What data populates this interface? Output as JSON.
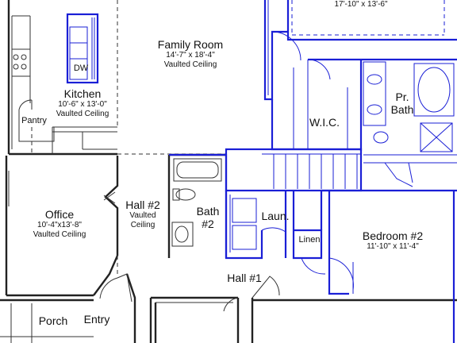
{
  "rooms": {
    "top_room": {
      "dims": "17'-10\" x 13'-6\""
    },
    "family_room": {
      "name": "Family Room",
      "dims": "14'-7\" x 18'-4\"",
      "ceiling": "Vaulted Ceiling"
    },
    "kitchen": {
      "name": "Kitchen",
      "dims": "10'-6\" x 13'-0\"",
      "ceiling": "Vaulted Ceiling"
    },
    "dishwasher": {
      "label": "DW"
    },
    "pantry": {
      "name": "Pantry"
    },
    "wic": {
      "name": "W.I.C."
    },
    "primary_bath": {
      "name_line1": "Pr.",
      "name_line2": "Bath"
    },
    "office": {
      "name": "Office",
      "dims": "10'-4\"x13'-8\"",
      "ceiling": "Vaulted Ceiling"
    },
    "hall2": {
      "name": "Hall #2",
      "ceiling_line1": "Vaulted",
      "ceiling_line2": "Ceiling"
    },
    "bath2": {
      "name_line1": "Bath",
      "name_line2": "#2"
    },
    "laundry": {
      "name": "Laun."
    },
    "linen": {
      "name": "Linen"
    },
    "bedroom2": {
      "name": "Bedroom #2",
      "dims": "11'-10\" x 11'-4\""
    },
    "hall1": {
      "name": "Hall #1"
    },
    "porch": {
      "name": "Porch"
    },
    "entry": {
      "name": "Entry"
    }
  },
  "colors": {
    "wall": "#222222",
    "highlight": "#1a1fd6",
    "background": "#ffffff"
  }
}
